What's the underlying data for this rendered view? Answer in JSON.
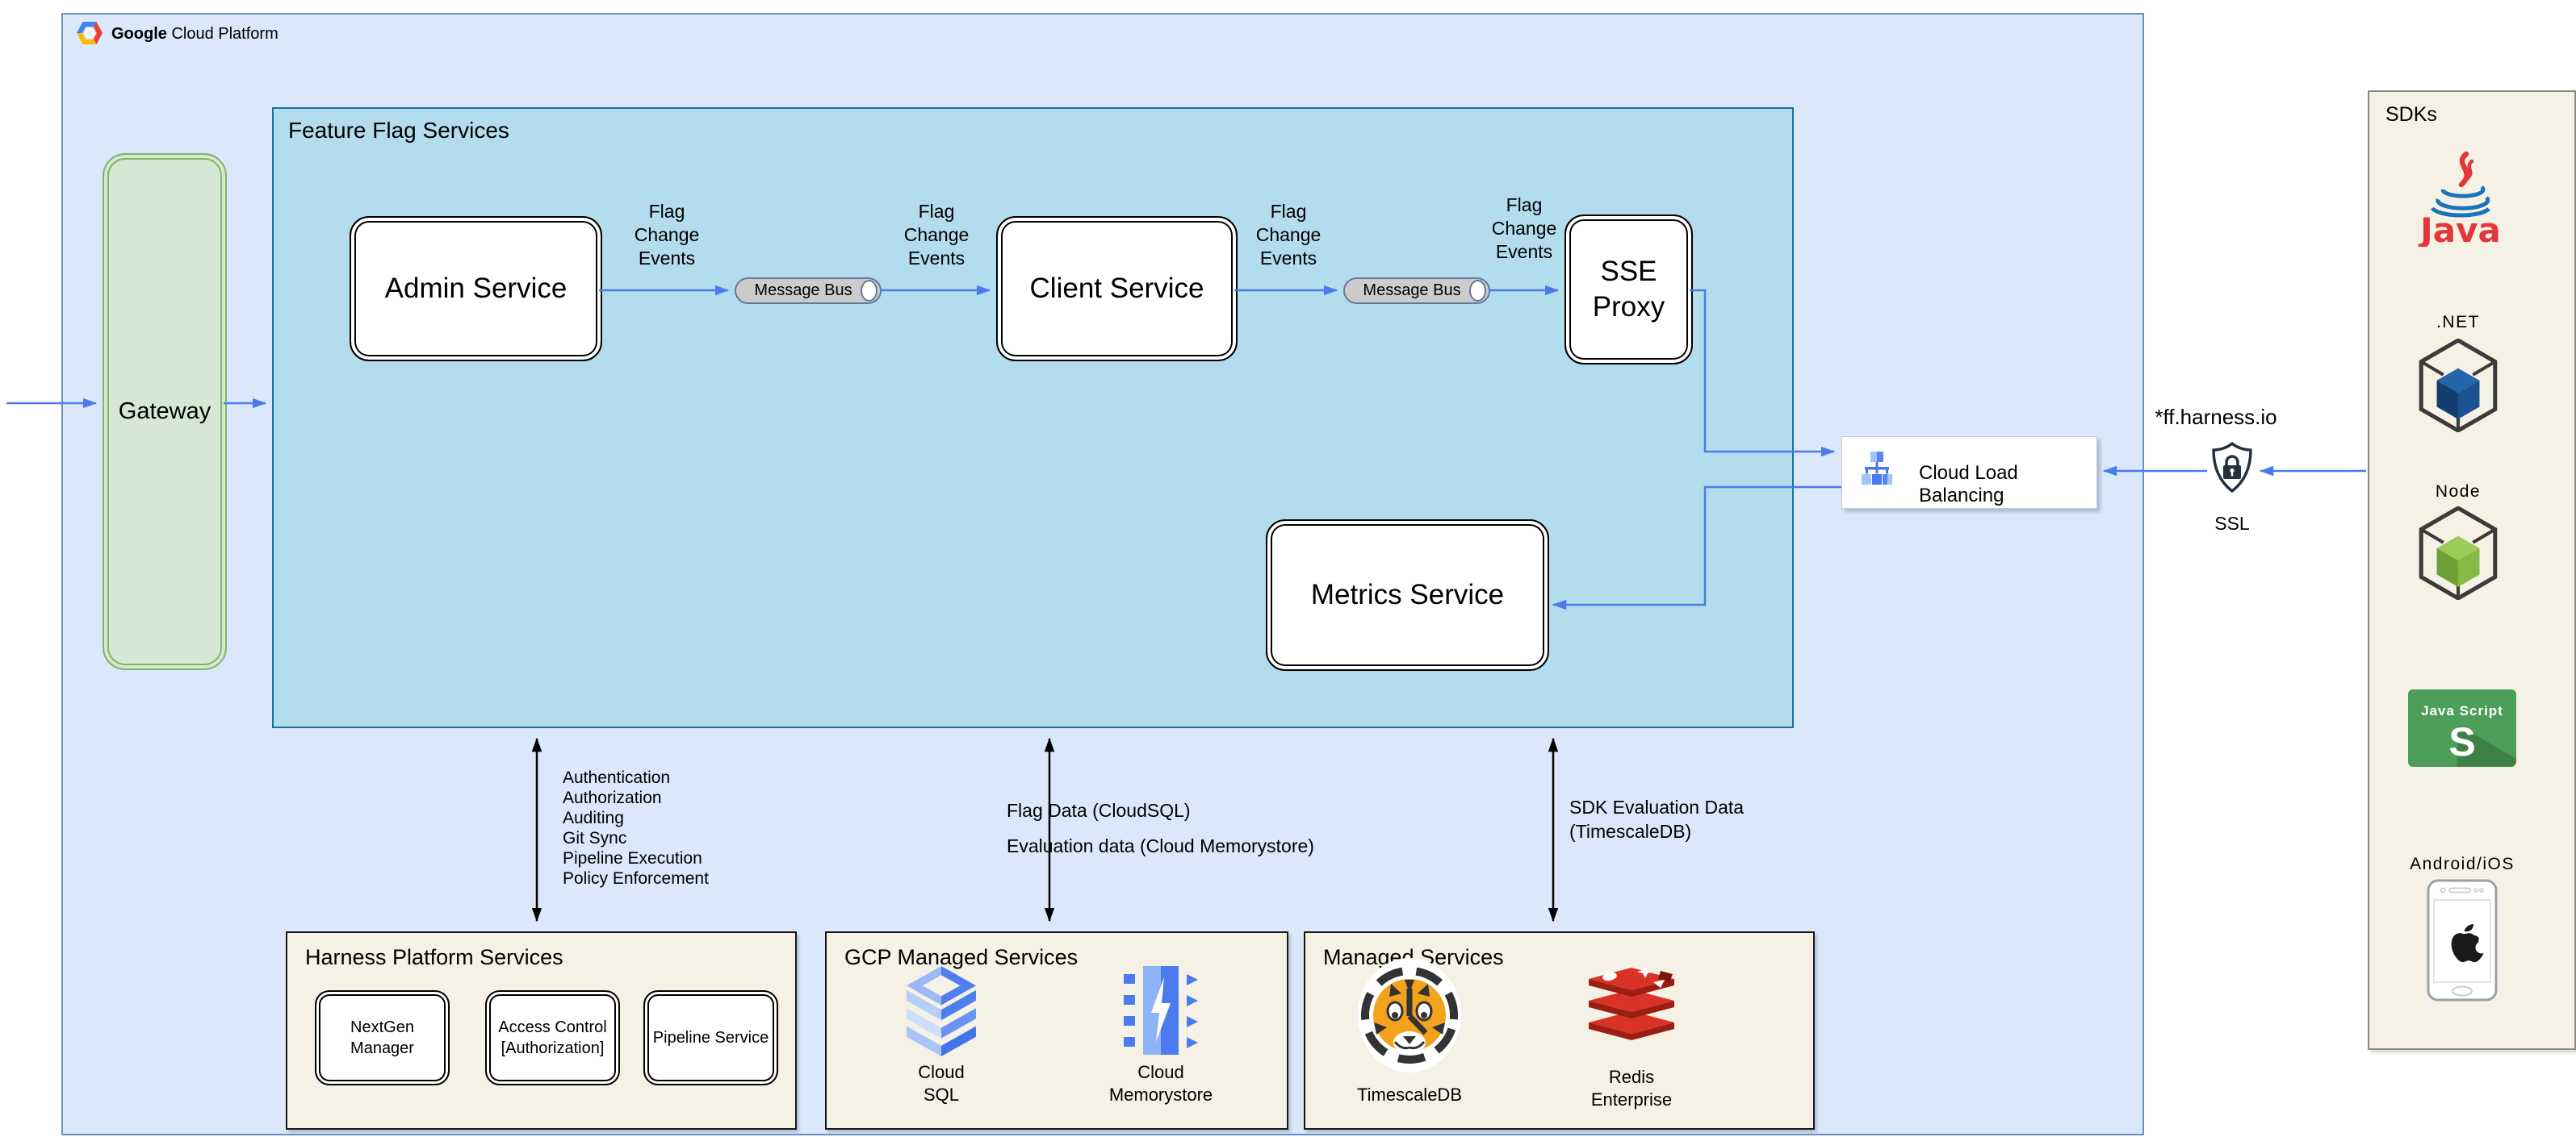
{
  "header": {
    "brand_bold": "Google",
    "brand_rest": " Cloud Platform"
  },
  "gateway": {
    "label": "Gateway"
  },
  "feature_flags": {
    "title": "Feature Flag Services",
    "admin": "Admin Service",
    "client": "Client Service",
    "sse": "SSE\nProxy",
    "metrics": "Metrics Service",
    "bus1": "Message Bus",
    "bus2": "Message Bus",
    "events": [
      "Flag\nChange\nEvents",
      "Flag\nChange\nEvents",
      "Flag\nChange\nEvents",
      "Flag\nChange\nEvents"
    ]
  },
  "load_balancing": {
    "label": "Cloud Load Balancing"
  },
  "ssl": {
    "domain": "*ff.harness.io",
    "label": "SSL"
  },
  "sdks": {
    "title": "SDKs",
    "java_text": "Java",
    "dotnet_label": ".NET",
    "node_label": "Node",
    "js_title": "Java Script",
    "js_letter": "S",
    "mobile_label": "Android/iOS"
  },
  "harness": {
    "title": "Harness Platform Services",
    "items": [
      "NextGen Manager",
      "Access Control\n[Authorization]",
      "Pipeline Service"
    ]
  },
  "gcp_managed": {
    "title": "GCP Managed Services",
    "cloud_sql": "Cloud\nSQL",
    "memorystore": "Cloud\nMemorystore"
  },
  "managed": {
    "title": "Managed Services",
    "timescale": "TimescaleDB",
    "redis": "Redis\nEnterprise"
  },
  "edges": {
    "platform": "Authentication\nAuthorization\nAuditing\nGit Sync\nPipeline Execution\nPolicy Enforcement",
    "flag_data": "Flag Data (CloudSQL)",
    "eval_data": "Evaluation data (Cloud Memorystore)",
    "sdk_eval": "SDK Evaluation Data\n(TimescaleDB)"
  },
  "colors": {
    "arrow_blue": "#4b7bea",
    "gcp_fill": "#dbe8fc",
    "gcp_border": "#6c8ebf",
    "ffs_fill": "#b3dcec",
    "ffs_border": "#10739e",
    "gateway_fill": "#d5e8d4",
    "gateway_border": "#82b366",
    "panel_fill": "#f5f1e4",
    "bus_fill": "#cccccc"
  }
}
